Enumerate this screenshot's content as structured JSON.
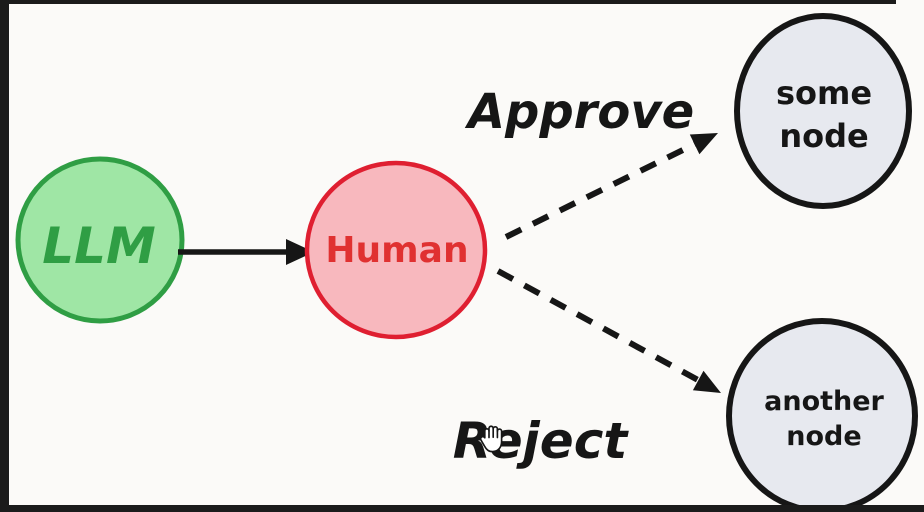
{
  "canvas": {
    "background": "#fbfaf8",
    "frame_color": "#1b1b1b",
    "ink_color": "#161616"
  },
  "diagram": {
    "nodes": [
      {
        "id": "llm",
        "label": "LLM",
        "fill": "#9fe6a5",
        "stroke": "#2f9e44",
        "text_color": "#2f9e44"
      },
      {
        "id": "human",
        "label": "Human",
        "fill": "#f8b8be",
        "stroke": "#df1f31",
        "text_color": "#e03131"
      },
      {
        "id": "some-node",
        "label_line1": "some",
        "label_line2": "node",
        "fill": "#e7e9ef",
        "stroke": "#161616",
        "text_color": "#161616"
      },
      {
        "id": "another-node",
        "label_line1": "another",
        "label_line2": "node",
        "fill": "#e7e9ef",
        "stroke": "#161616",
        "text_color": "#161616"
      }
    ],
    "edges": [
      {
        "from": "llm",
        "to": "human",
        "style": "solid",
        "label": ""
      },
      {
        "from": "human",
        "to": "some-node",
        "style": "dashed",
        "label": "Approve"
      },
      {
        "from": "human",
        "to": "another-node",
        "style": "dashed",
        "label": "Reject"
      }
    ],
    "cursor": {
      "icon": "open-hand-cursor"
    }
  }
}
